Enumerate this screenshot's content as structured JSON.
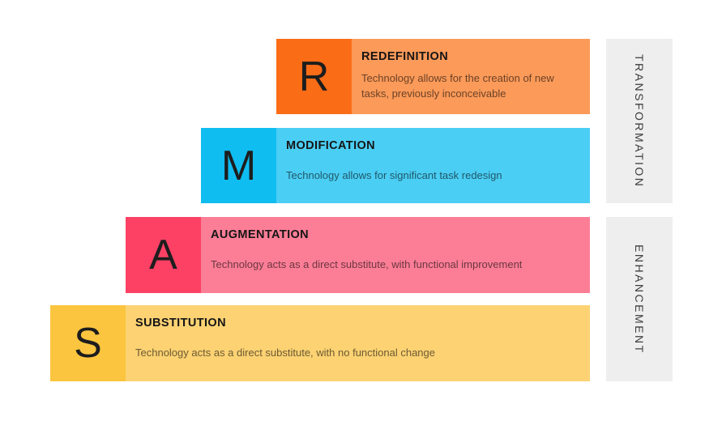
{
  "diagram": {
    "name": "SAMR model ladder",
    "rows": [
      {
        "letter": "R",
        "title": "REDEFINITION",
        "description": "Technology allows for the creation of new tasks, previously inconceivable",
        "letter_bg": "#FB6C17",
        "bar_bg": "#FB9A59"
      },
      {
        "letter": "M",
        "title": "MODIFICATION",
        "description": "Technology allows for significant task redesign",
        "letter_bg": "#0FBDF0",
        "bar_bg": "#4BCEF4"
      },
      {
        "letter": "A",
        "title": "AUGMENTATION",
        "description": "Technology acts as a direct substitute, with functional improvement",
        "letter_bg": "#FC4165",
        "bar_bg": "#FC7E96"
      },
      {
        "letter": "S",
        "title": "SUBSTITUTION",
        "description": "Technology acts as a direct substitute, with no functional change",
        "letter_bg": "#FBC53F",
        "bar_bg": "#FCD273"
      }
    ],
    "side_labels": [
      {
        "label": "TRANSFORMATION",
        "bg": "#EEEEEE",
        "text_color": "#3D3D3D"
      },
      {
        "label": "ENHANCEMENT",
        "bg": "#EEEEEE",
        "text_color": "#3D3D3D"
      }
    ]
  }
}
